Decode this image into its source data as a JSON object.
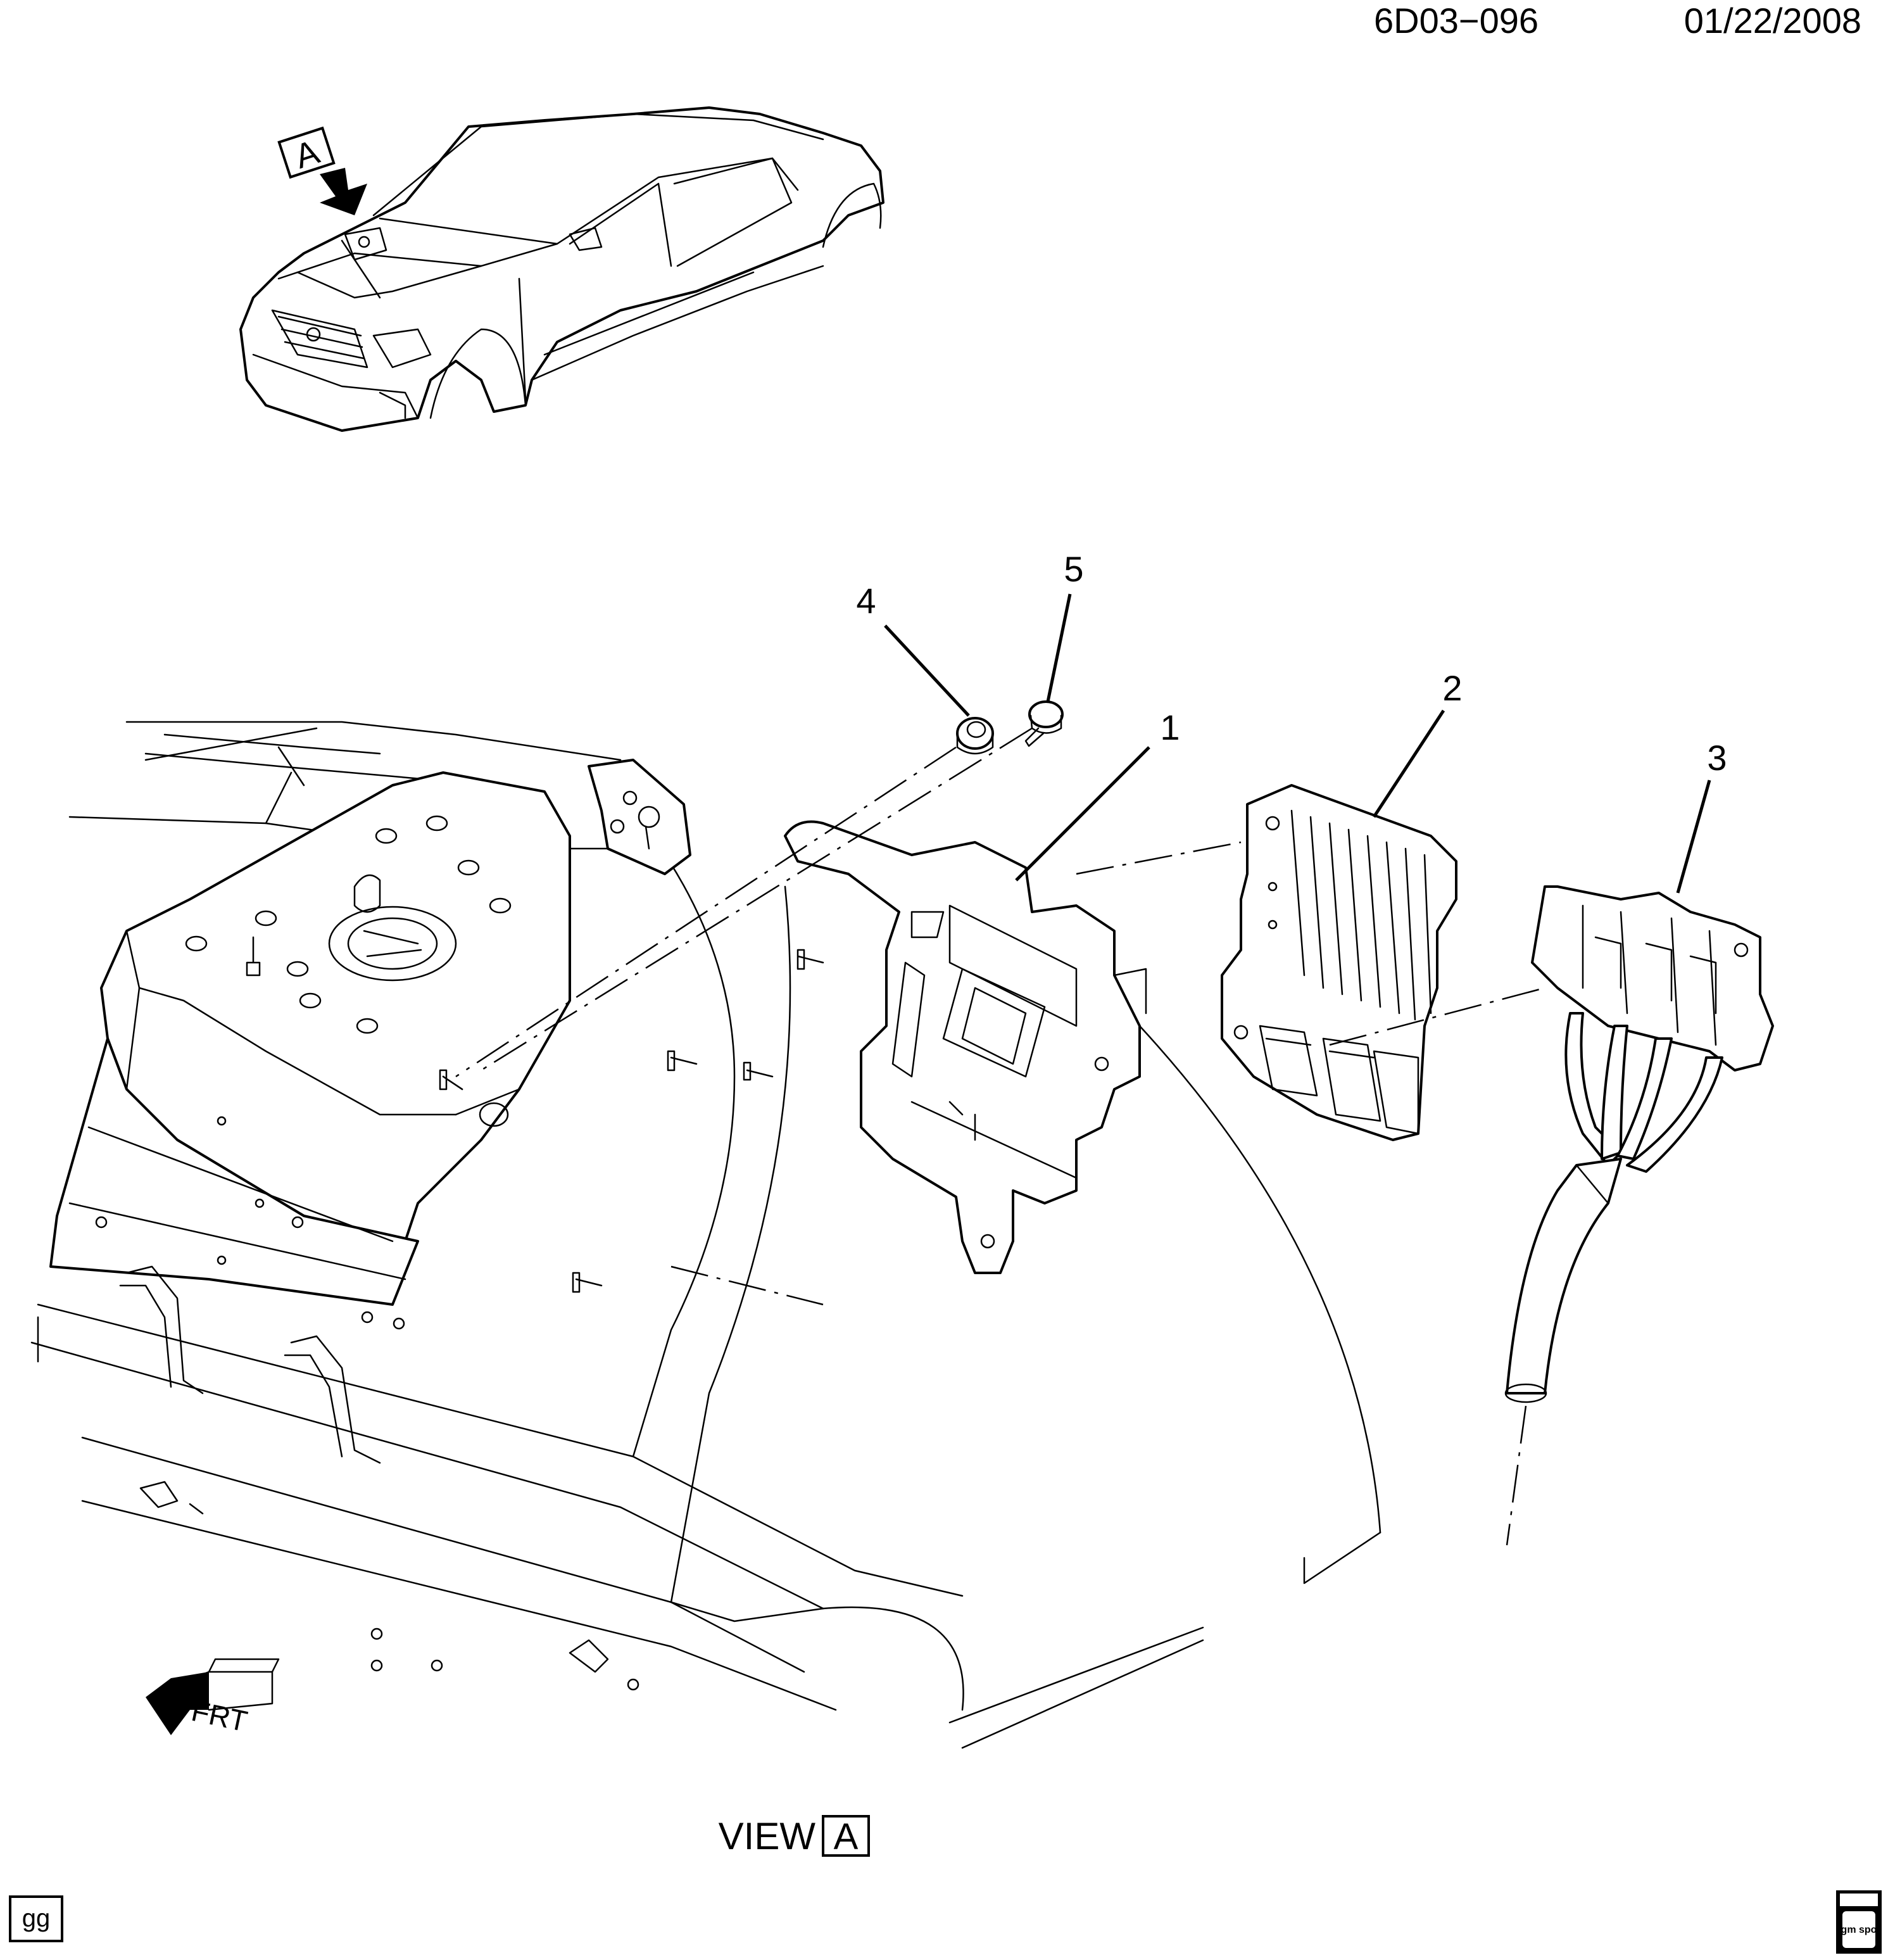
{
  "header": {
    "diagram_code": "6D03−096",
    "date": "01/22/2008"
  },
  "view_marker": {
    "letter": "A"
  },
  "callouts": [
    {
      "number": "1"
    },
    {
      "number": "2"
    },
    {
      "number": "3"
    },
    {
      "number": "4"
    },
    {
      "number": "5"
    }
  ],
  "direction_arrow": {
    "label": "FRT"
  },
  "view_label": {
    "text": "VIEW",
    "letter": "A"
  },
  "footer": {
    "code_box": "gg",
    "logo_text": "gm spo"
  }
}
